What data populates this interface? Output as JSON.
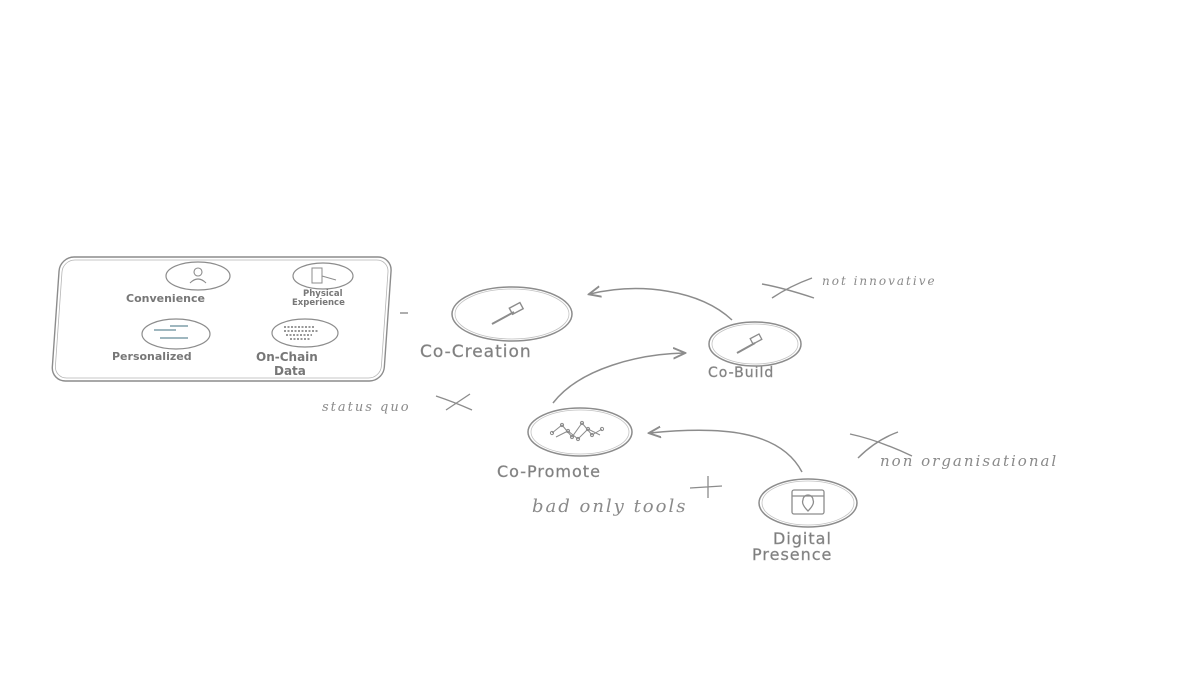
{
  "nodes": {
    "co_creation": "Co-Creation",
    "co_build": "Co-Build",
    "co_promote": "Co-Promote",
    "digital_presence_line1": "Digital",
    "digital_presence_line2": "Presence"
  },
  "card": {
    "convenience": "Convenience",
    "physical_line1": "Physical",
    "physical_line2": "Experience",
    "personalized": "Personalized",
    "onchain_line1": "On-Chain",
    "onchain_line2": "Data"
  },
  "notes": {
    "not_innovative": "not innovative",
    "status_quo": "status quo",
    "non_organisational": "non organisational",
    "bad_only_tools": "bad only tools"
  },
  "icons": [
    "hammer-icon",
    "network-icon",
    "location-pin-icon",
    "user-icon",
    "smartphone-icon",
    "book-icon",
    "qr-data-icon"
  ],
  "colors": {
    "stroke": "#8c8c8c",
    "background": "#ffffff"
  }
}
